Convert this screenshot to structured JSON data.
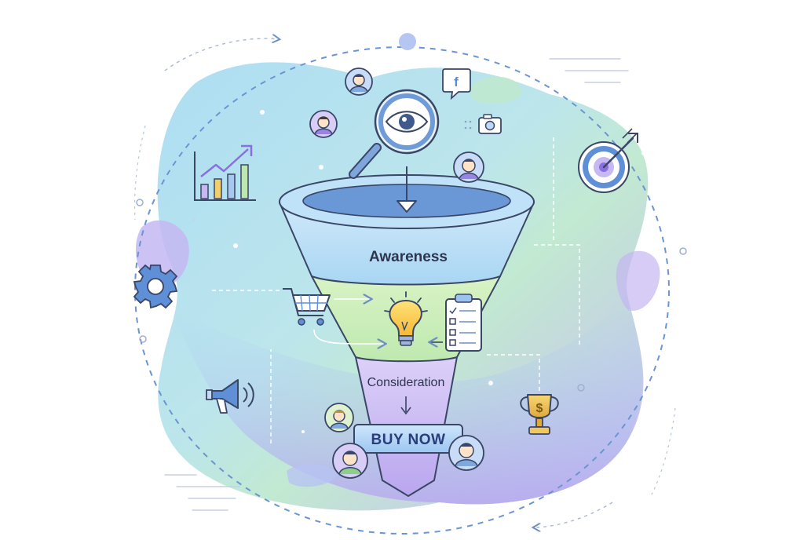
{
  "funnel": {
    "stage_top_label": "Awareness",
    "stage_middle_label": "Consideration",
    "cta_label": "BUY NOW"
  },
  "icons": {
    "social": "facebook-icon",
    "social_glyph": "f",
    "trophy_glyph": "$",
    "list": [
      "magnifier-eye-icon",
      "facebook-icon",
      "camera-icon",
      "growth-chart-icon",
      "gear-icon",
      "shopping-cart-icon",
      "lightbulb-icon",
      "checklist-icon",
      "megaphone-icon",
      "target-icon",
      "trophy-icon",
      "avatar-icon"
    ]
  },
  "colors": {
    "awareness_band": "#bfe0f7",
    "consideration_band": "#cdeeb8",
    "decision_band": "#d5c6f5",
    "outline": "#3a4666",
    "accent_blue": "#5f93d8"
  }
}
